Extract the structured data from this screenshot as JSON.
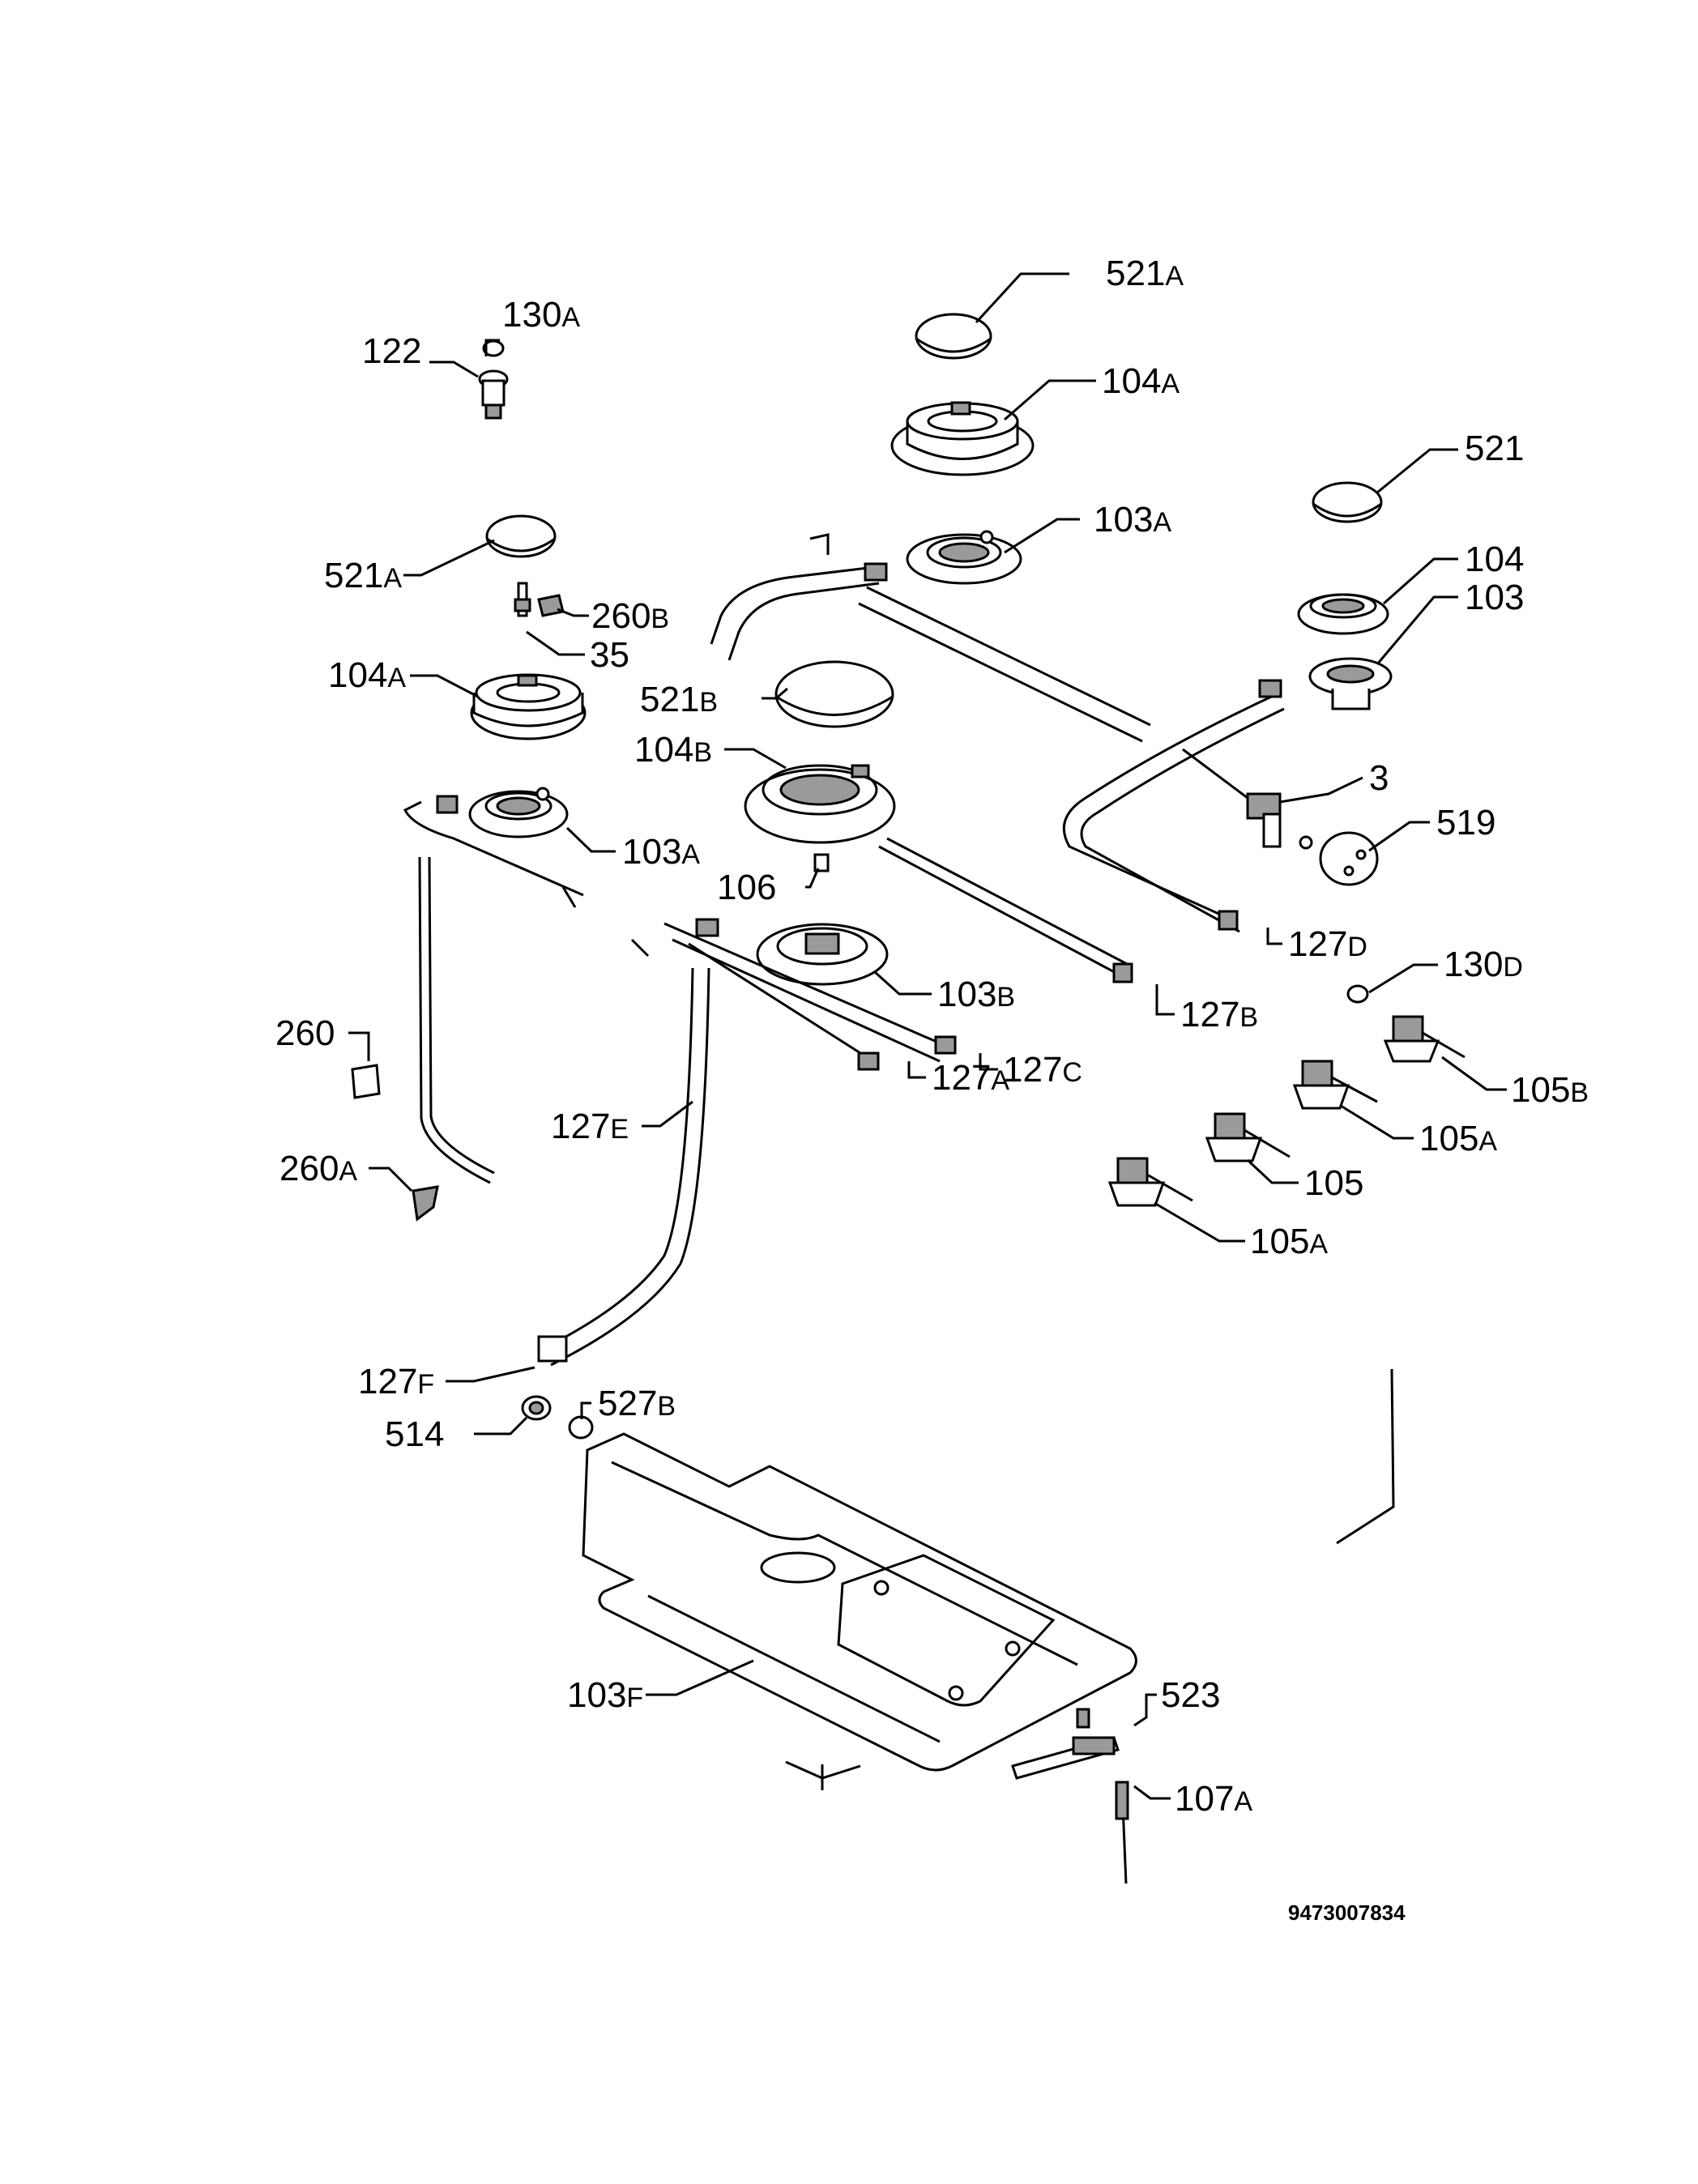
{
  "labels": {
    "l_521a_top": {
      "num": "521",
      "sfx": "A"
    },
    "l_104a_top": {
      "num": "104",
      "sfx": "A"
    },
    "l_521": {
      "num": "521",
      "sfx": ""
    },
    "l_103a_top": {
      "num": "103",
      "sfx": "A"
    },
    "l_104": {
      "num": "104",
      "sfx": ""
    },
    "l_103": {
      "num": "103",
      "sfx": ""
    },
    "l_130a": {
      "num": "130",
      "sfx": "A"
    },
    "l_122": {
      "num": "122",
      "sfx": ""
    },
    "l_521a_left": {
      "num": "521",
      "sfx": "A"
    },
    "l_260b": {
      "num": "260",
      "sfx": "B"
    },
    "l_35": {
      "num": "35",
      "sfx": ""
    },
    "l_104a_left": {
      "num": "104",
      "sfx": "A"
    },
    "l_521b": {
      "num": "521",
      "sfx": "B"
    },
    "l_104b": {
      "num": "104",
      "sfx": "B"
    },
    "l_3": {
      "num": "3",
      "sfx": ""
    },
    "l_519": {
      "num": "519",
      "sfx": ""
    },
    "l_103a_left": {
      "num": "103",
      "sfx": "A"
    },
    "l_106": {
      "num": "106",
      "sfx": ""
    },
    "l_127d": {
      "num": "127",
      "sfx": "D"
    },
    "l_130d": {
      "num": "130",
      "sfx": "D"
    },
    "l_103b": {
      "num": "103",
      "sfx": "B"
    },
    "l_127b": {
      "num": "127",
      "sfx": "B"
    },
    "l_260": {
      "num": "260",
      "sfx": ""
    },
    "l_127c": {
      "num": "127",
      "sfx": "C"
    },
    "l_127a": {
      "num": "127",
      "sfx": "A"
    },
    "l_105b": {
      "num": "105",
      "sfx": "B"
    },
    "l_105a_1": {
      "num": "105",
      "sfx": "A"
    },
    "l_127e": {
      "num": "127",
      "sfx": "E"
    },
    "l_260a": {
      "num": "260",
      "sfx": "A"
    },
    "l_105": {
      "num": "105",
      "sfx": ""
    },
    "l_105a_2": {
      "num": "105",
      "sfx": "A"
    },
    "l_127f": {
      "num": "127",
      "sfx": "F"
    },
    "l_527b": {
      "num": "527",
      "sfx": "B"
    },
    "l_514": {
      "num": "514",
      "sfx": ""
    },
    "l_523": {
      "num": "523",
      "sfx": ""
    },
    "l_103f": {
      "num": "103",
      "sfx": "F"
    },
    "l_107a": {
      "num": "107",
      "sfx": "A"
    }
  },
  "doc_number": "9473007834"
}
